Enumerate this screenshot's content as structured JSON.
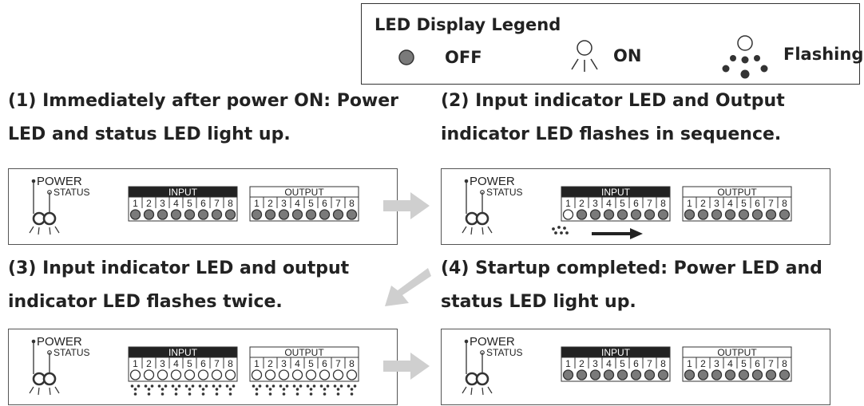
{
  "legend": {
    "title": "LED Display Legend",
    "off_label": "OFF",
    "on_label": "ON",
    "flashing_label": "Flashing"
  },
  "steps": [
    {
      "caption_line1": "(1) Immediately after power ON: Power",
      "caption_line2": "LED and status LED light up.",
      "power_label": "POWER",
      "status_label": "STATUS",
      "input_label": "INPUT",
      "output_label": "OUTPUT",
      "numbers": [
        "1",
        "2",
        "3",
        "4",
        "5",
        "6",
        "7",
        "8"
      ],
      "input_leds": [
        "off",
        "off",
        "off",
        "off",
        "off",
        "off",
        "off",
        "off"
      ],
      "output_leds": [
        "off",
        "off",
        "off",
        "off",
        "off",
        "off",
        "off",
        "off"
      ],
      "input_flash": false,
      "output_flash": false,
      "sequence_arrow": false
    },
    {
      "caption_line1": "(2) Input indicator LED and Output",
      "caption_line2": "indicator LED flashes in sequence.",
      "power_label": "POWER",
      "status_label": "STATUS",
      "input_label": "INPUT",
      "output_label": "OUTPUT",
      "numbers": [
        "1",
        "2",
        "3",
        "4",
        "5",
        "6",
        "7",
        "8"
      ],
      "input_leds": [
        "on",
        "off",
        "off",
        "off",
        "off",
        "off",
        "off",
        "off"
      ],
      "output_leds": [
        "off",
        "off",
        "off",
        "off",
        "off",
        "off",
        "off",
        "off"
      ],
      "input_flash": false,
      "output_flash": false,
      "sequence_arrow": true
    },
    {
      "caption_line1": "(3) Input indicator LED and output",
      "caption_line2": "indicator LED flashes twice.",
      "power_label": "POWER",
      "status_label": "STATUS",
      "input_label": "INPUT",
      "output_label": "OUTPUT",
      "numbers": [
        "1",
        "2",
        "3",
        "4",
        "5",
        "6",
        "7",
        "8"
      ],
      "input_leds": [
        "on",
        "on",
        "on",
        "on",
        "on",
        "on",
        "on",
        "on"
      ],
      "output_leds": [
        "on",
        "on",
        "on",
        "on",
        "on",
        "on",
        "on",
        "on"
      ],
      "input_flash": true,
      "output_flash": true,
      "sequence_arrow": false
    },
    {
      "caption_line1": "(4) Startup completed: Power LED and",
      "caption_line2": "status LED light up.",
      "power_label": "POWER",
      "status_label": "STATUS",
      "input_label": "INPUT",
      "output_label": "OUTPUT",
      "numbers": [
        "1",
        "2",
        "3",
        "4",
        "5",
        "6",
        "7",
        "8"
      ],
      "input_leds": [
        "off",
        "off",
        "off",
        "off",
        "off",
        "off",
        "off",
        "off"
      ],
      "output_leds": [
        "off",
        "off",
        "off",
        "off",
        "off",
        "off",
        "off",
        "off"
      ],
      "input_flash": false,
      "output_flash": false,
      "sequence_arrow": false
    }
  ],
  "colors": {
    "led_off": "#7a7a7a",
    "header_bg": "#222222",
    "flow_arrow": "#cfcfcf",
    "ink": "#222222"
  }
}
